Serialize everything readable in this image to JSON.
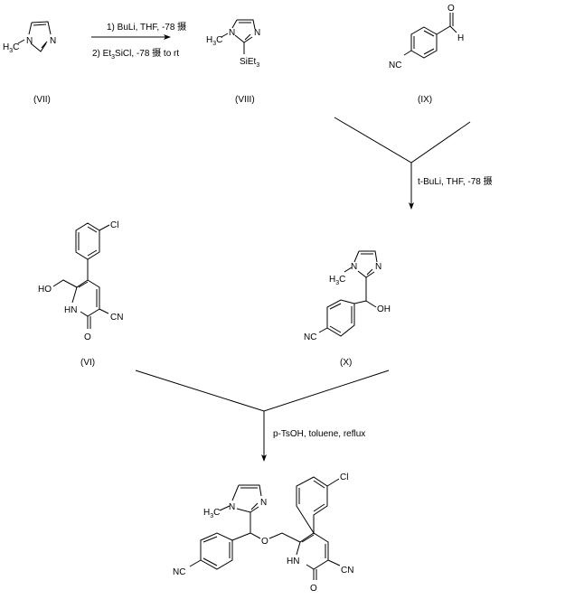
{
  "compounds": {
    "VII": {
      "label": "(VII)",
      "atoms": {
        "n1": "N",
        "n3": "N",
        "methyl": {
          "a": "H",
          "sub": "3",
          "b": "C"
        }
      }
    },
    "VIII": {
      "label": "(VIII)",
      "atoms": {
        "n1": "N",
        "n3": "N",
        "methyl": {
          "a": "H",
          "sub": "3",
          "b": "C"
        },
        "silyl": {
          "a": "SiEt",
          "sub": "3"
        }
      }
    },
    "IX": {
      "label": "(IX)",
      "atoms": {
        "o": "O",
        "h": "H",
        "nc": "NC"
      }
    },
    "VI": {
      "label": "(VI)",
      "atoms": {
        "cl": "Cl",
        "ho": "HO",
        "hn": "HN",
        "cn": "CN",
        "o": "O"
      }
    },
    "X": {
      "label": "(X)",
      "atoms": {
        "n1": "N",
        "n3": "N",
        "methyl": {
          "a": "H",
          "sub": "3",
          "b": "C"
        },
        "oh": "OH",
        "nc": "NC"
      }
    },
    "product": {
      "atoms": {
        "n1": "N",
        "n3": "N",
        "methyl": {
          "a": "H",
          "sub": "3",
          "b": "C"
        },
        "o_ether": "O",
        "cl": "Cl",
        "hn": "HN",
        "cn": "CN",
        "o": "O",
        "nc": "NC"
      }
    }
  },
  "reactions": {
    "step1": {
      "line1": "1) BuLi, THF, -78 摄",
      "line2": {
        "a": "2) Et",
        "sub": "3",
        "b": "SiCl, -78 摄 to rt"
      }
    },
    "step2": {
      "conditions": "t-BuLi, THF, -78 摄"
    },
    "step3": {
      "conditions": "p-TsOH, toluene, reflux"
    }
  }
}
